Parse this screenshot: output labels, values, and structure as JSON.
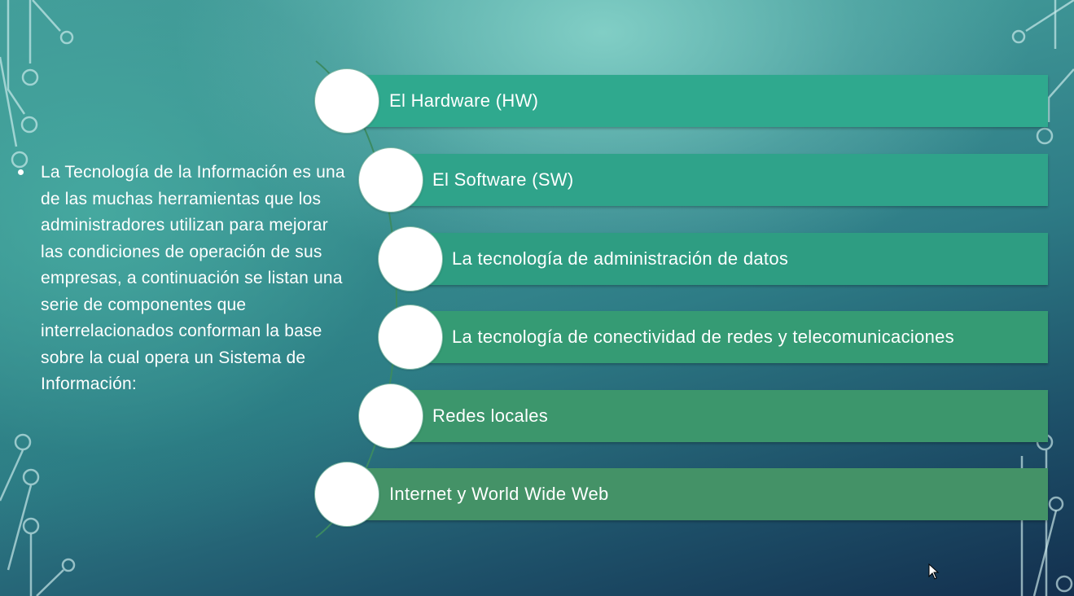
{
  "slide": {
    "intro_text": "La Tecnología de la Información es una de las muchas herramientas que los administradores utilizan para mejorar las condiciones de operación de sus empresas, a continuación se listan una serie de componentes que interrelacionados conforman la base sobre la cual opera un Sistema de Información:",
    "items": [
      {
        "label": "El Hardware (HW)",
        "color": "#2fa98e"
      },
      {
        "label": "El Software (SW)",
        "color": "#2fa38a"
      },
      {
        "label": "La tecnología de administración de datos",
        "color": "#2e9d82"
      },
      {
        "label": "La tecnología de conectividad de redes y telecomunicaciones",
        "color": "#359b74"
      },
      {
        "label": "Redes locales",
        "color": "#3c966c"
      },
      {
        "label": "Internet y World Wide Web",
        "color": "#449267"
      }
    ]
  },
  "icons": {
    "bullet": "bullet-dot-icon",
    "item_marker": "circle-icon",
    "cursor": "mouse-pointer-icon"
  }
}
